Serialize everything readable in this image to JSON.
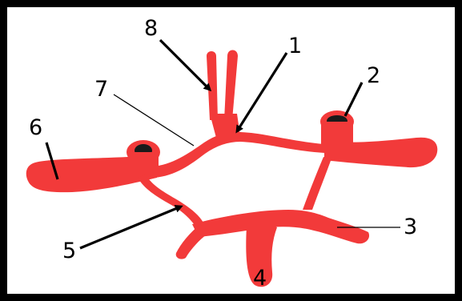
{
  "diagram": {
    "labels": {
      "l1": "1",
      "l2": "2",
      "l3": "3",
      "l4": "4",
      "l5": "5",
      "l6": "6",
      "l7": "7",
      "l8": "8"
    },
    "colors": {
      "vessel": "#f23a3a",
      "lumen": "#1a1a1a",
      "frame": "#000000",
      "background": "#ffffff"
    }
  }
}
